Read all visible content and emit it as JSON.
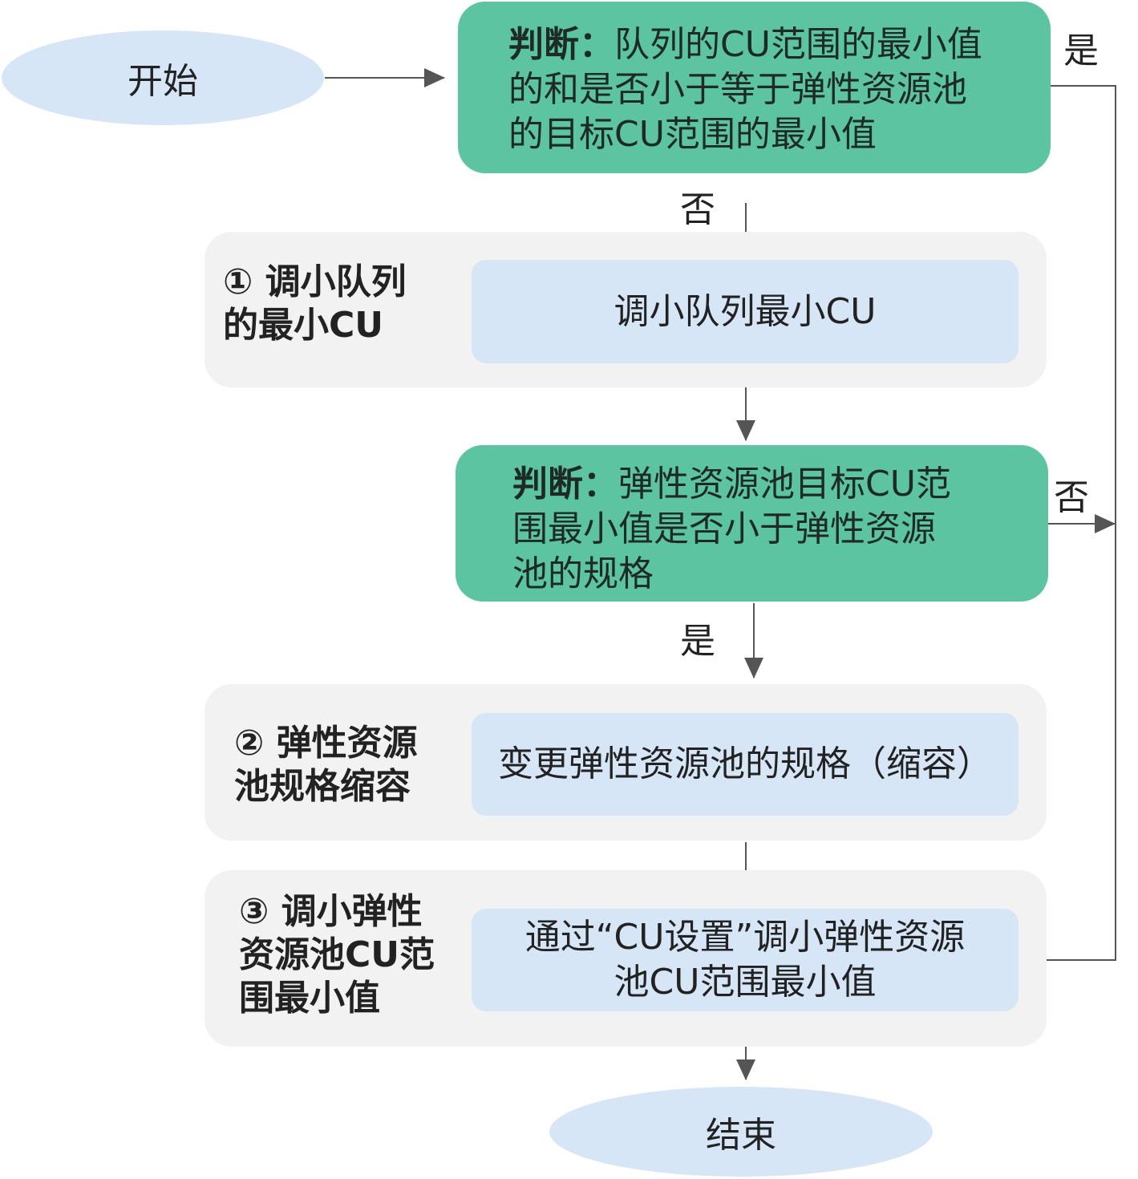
{
  "start": {
    "label": "开始"
  },
  "decision1": {
    "prefix": "判断：",
    "text": "队列的CU范围的最小值的和是否小于等于弹性资源池的目标CU范围的最小值"
  },
  "decision2": {
    "prefix": "判断：",
    "text": "弹性资源池目标CU范围最小值是否小于弹性资源池的规格"
  },
  "step1": {
    "title": "① 调小队列的最小CU",
    "action": "调小队列最小CU"
  },
  "step2": {
    "title": "② 弹性资源池规格缩容",
    "action": "变更弹性资源池的规格（缩容）"
  },
  "step3": {
    "title": "③ 调小弹性资源池CU范围最小值",
    "action": "通过“CU设置”调小弹性资源池CU范围最小值"
  },
  "end": {
    "label": "结束"
  },
  "edges": {
    "d1_yes": "是",
    "d1_no": "否",
    "d2_yes": "是",
    "d2_no": "否"
  },
  "colors": {
    "decision_fill": "#5cc4a0",
    "oval_fill": "#d6e6f7",
    "action_fill": "#d6e6f7",
    "step_bg": "#f2f2f2",
    "line": "#555555"
  }
}
